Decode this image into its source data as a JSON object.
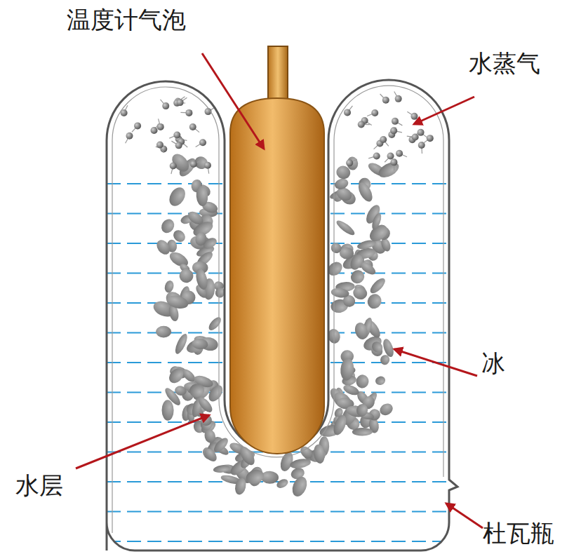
{
  "diagram": {
    "labels": [
      "温度计气泡",
      "水蒸气",
      "冰",
      "水层",
      "杜瓦瓶"
    ]
  }
}
